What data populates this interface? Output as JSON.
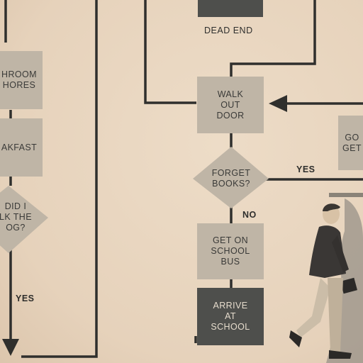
{
  "diagram": {
    "nodes": {
      "bathroom_chores": "HROOM\nHORES",
      "breakfast": "AKFAST",
      "did_i_walk_dog": "DID I\nLK THE\nOG?",
      "dead_end": "DEAD END",
      "walk_out_door": "WALK\nOUT\nDOOR",
      "forget_books": "FORGET\nBOOKS?",
      "get_on_school_bus": "GET ON\nSCHOOL\nBUS",
      "arrive_at_school": "ARRIVE\nAT\nSCHOOL",
      "go_get": "GO\nGET"
    },
    "edge_labels": {
      "yes_left": "YES",
      "yes_right": "YES",
      "no": "NO"
    }
  }
}
